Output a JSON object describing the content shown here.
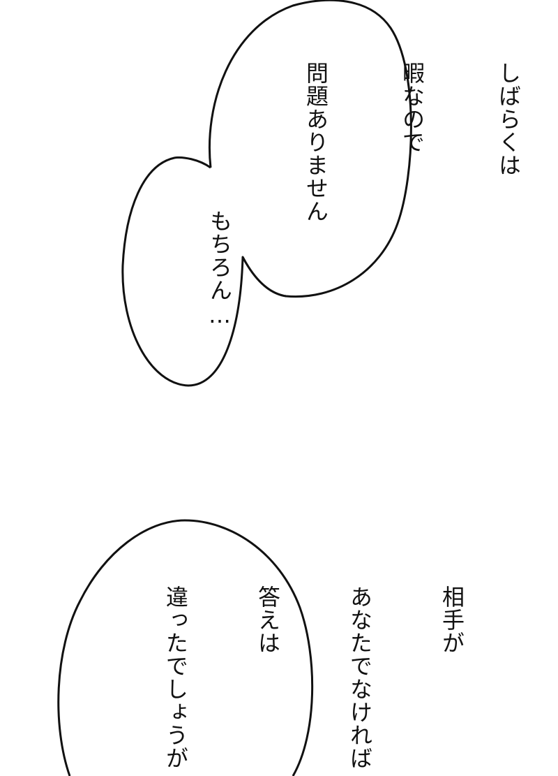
{
  "panel": {
    "background": "#ffffff",
    "outline_color": "#111111"
  },
  "bubbles": [
    {
      "id": "top",
      "lines": [
        "しばらくは",
        "暇なので",
        "問題ありません"
      ]
    },
    {
      "id": "middle",
      "lines": [
        "もちろん…"
      ]
    },
    {
      "id": "bottom",
      "lines": [
        "相手が",
        "あなたでなければ",
        "答えは",
        "違ったでしょうが"
      ]
    }
  ]
}
